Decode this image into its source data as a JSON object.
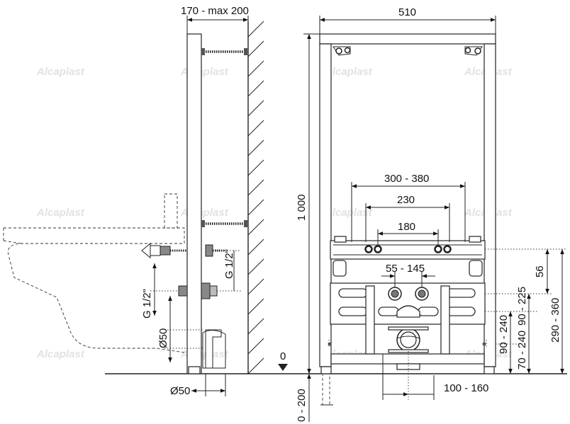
{
  "watermark": "Alcaplast",
  "dimensions": {
    "side_depth": "170 - max 200",
    "frame_width": "510",
    "frame_height": "1 000",
    "span_300_380": "300 - 380",
    "span_230": "230",
    "span_180": "180",
    "span_55_145": "55 - 145",
    "h_56": "56",
    "h_90_225": "90 - 225",
    "h_90_240": "90 - 240",
    "h_70_240": "70 - 240",
    "h_290_360": "290 - 360",
    "h_100_160": "100 - 160",
    "thread_right": "G 1/2\"",
    "thread_left": "G 1/2\"",
    "dia_50_vertical": "Ø50",
    "dia_50_bottom": "Ø50",
    "zero": "0",
    "leg_adjust": "0 - 200"
  }
}
